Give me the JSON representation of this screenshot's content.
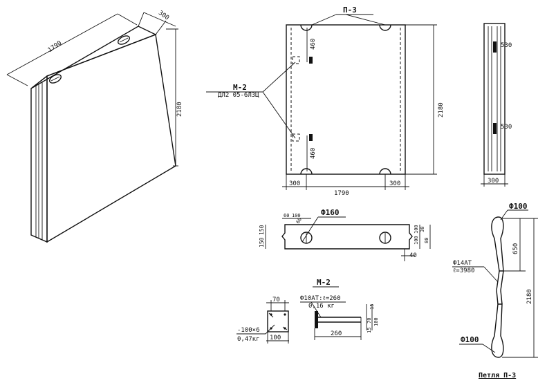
{
  "isometric": {
    "length": "1790",
    "thickness": "300",
    "height": "2180"
  },
  "front_view": {
    "loop_label": "П-3",
    "embedded_label": "М-2",
    "embedded_sub": "ДЛ2 05-6ЛЗЦ",
    "dim_460_top": "460",
    "dim_460_bottom": "460",
    "dim_height": "2180",
    "dim_left": "300",
    "dim_width": "1790",
    "dim_right": "300"
  },
  "side_view": {
    "dim_top": "530",
    "dim_bottom": "530",
    "dim_width": "300"
  },
  "plan_view": {
    "dia_label": "Ф160",
    "dim_top_a": "60",
    "dim_top_b": "100",
    "dim_top_c": "60",
    "dim_left_a": "150",
    "dim_left_b": "150",
    "dim_right_a": "100",
    "dim_right_b": "100",
    "dim_right_c": "30",
    "dim_right_d": "80",
    "dim_bottom": "40"
  },
  "m2_detail": {
    "title": "М-2",
    "dim_top": "70",
    "plate_spec": "-100×6",
    "plate_mass": "0,47кг",
    "dim_bottom": "100",
    "rod_spec": "Ф10АТ:ℓ=260",
    "rod_mass": "0,16 кг",
    "dim_rod": "260",
    "dim_r1": "15",
    "dim_r2": "70",
    "dim_r3": "15",
    "dim_r4": "100"
  },
  "loop_detail": {
    "title": "Петля П-3",
    "dia_top": "Ф100",
    "dia_bottom": "Ф100",
    "bar_spec": "Ф14АТ",
    "bar_length": "ℓ=3980",
    "dim_650": "650",
    "dim_2180": "2180"
  }
}
